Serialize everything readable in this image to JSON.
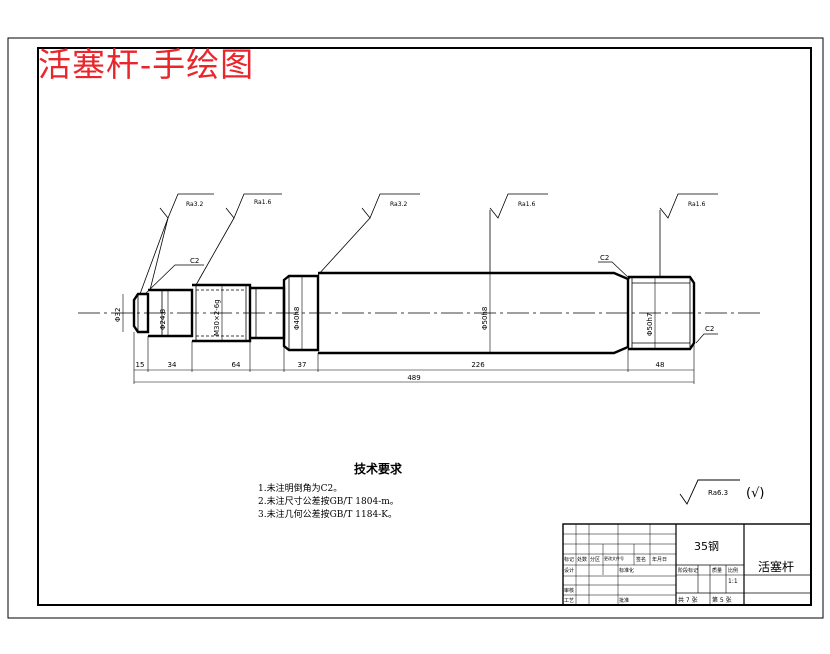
{
  "drawing": {
    "watermark": "活塞杆-手绘图",
    "callouts": {
      "c2_left": "C2",
      "c2_mid": "C2",
      "c2_right": "C2"
    },
    "roughness": [
      "Ra3.2",
      "Ra1.6",
      "Ra3.2",
      "Ra1.6",
      "Ra1.6"
    ],
    "dimensions": {
      "bottom": [
        "15",
        "34",
        "64",
        "37",
        "226",
        "48"
      ],
      "overall": "489",
      "diameters": [
        "Φ32",
        "Φ24.8",
        "M30×2-6g",
        "Φ40h8",
        "Φ50h8",
        "Φ50h7"
      ]
    },
    "tech_requirements": {
      "heading": "技术要求",
      "items": [
        "1.未注明倒角为C2。",
        "2.未注尺寸公差按GB/T 1804-m。",
        "3.未注几何公差按GB/T 1184-K。"
      ]
    },
    "default_roughness": {
      "value": "Ra6.3",
      "mark": "(√)"
    },
    "title_block": {
      "material": "35钢",
      "part_name": "活塞杆",
      "scale": "1:1",
      "sheets_total": "共 7 张",
      "sheet_no": "第 5 张",
      "labels": [
        "标记",
        "处数",
        "分区",
        "更改文件号",
        "签名",
        "年月日"
      ],
      "row_labels": [
        "设计",
        "标准化",
        "审核",
        "工艺",
        "批准"
      ],
      "stage_labels": [
        "阶段标记",
        "质量",
        "比例"
      ]
    }
  }
}
